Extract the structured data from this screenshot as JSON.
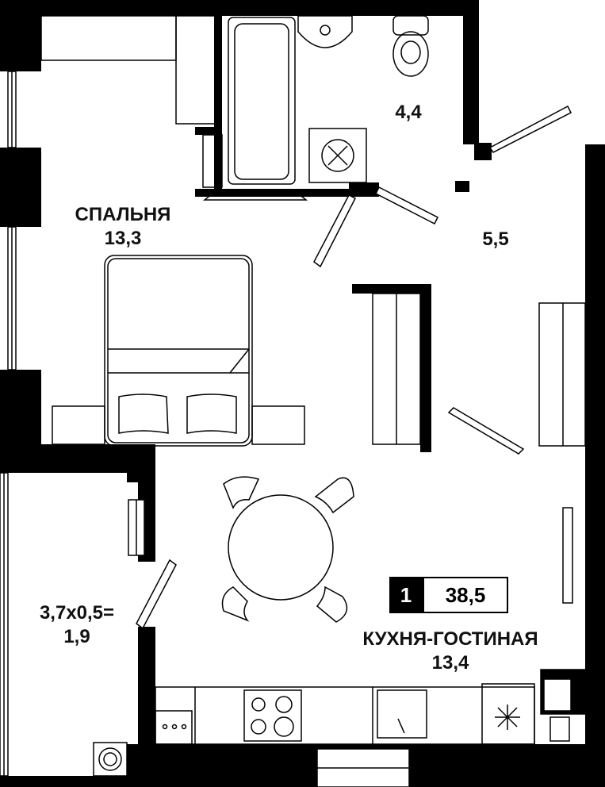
{
  "plan": {
    "rooms": [
      {
        "name": "СПАЛЬНЯ",
        "area": "13,3"
      },
      {
        "name": "",
        "area": "4,4"
      },
      {
        "name": "",
        "area": "5,5"
      },
      {
        "name": "КУХНЯ-ГОСТИНАЯ",
        "area": "13,4"
      },
      {
        "name": "3,7x0,5=",
        "area": "1,9"
      }
    ],
    "summary": {
      "rooms": "1",
      "total_area": "38,5"
    }
  }
}
